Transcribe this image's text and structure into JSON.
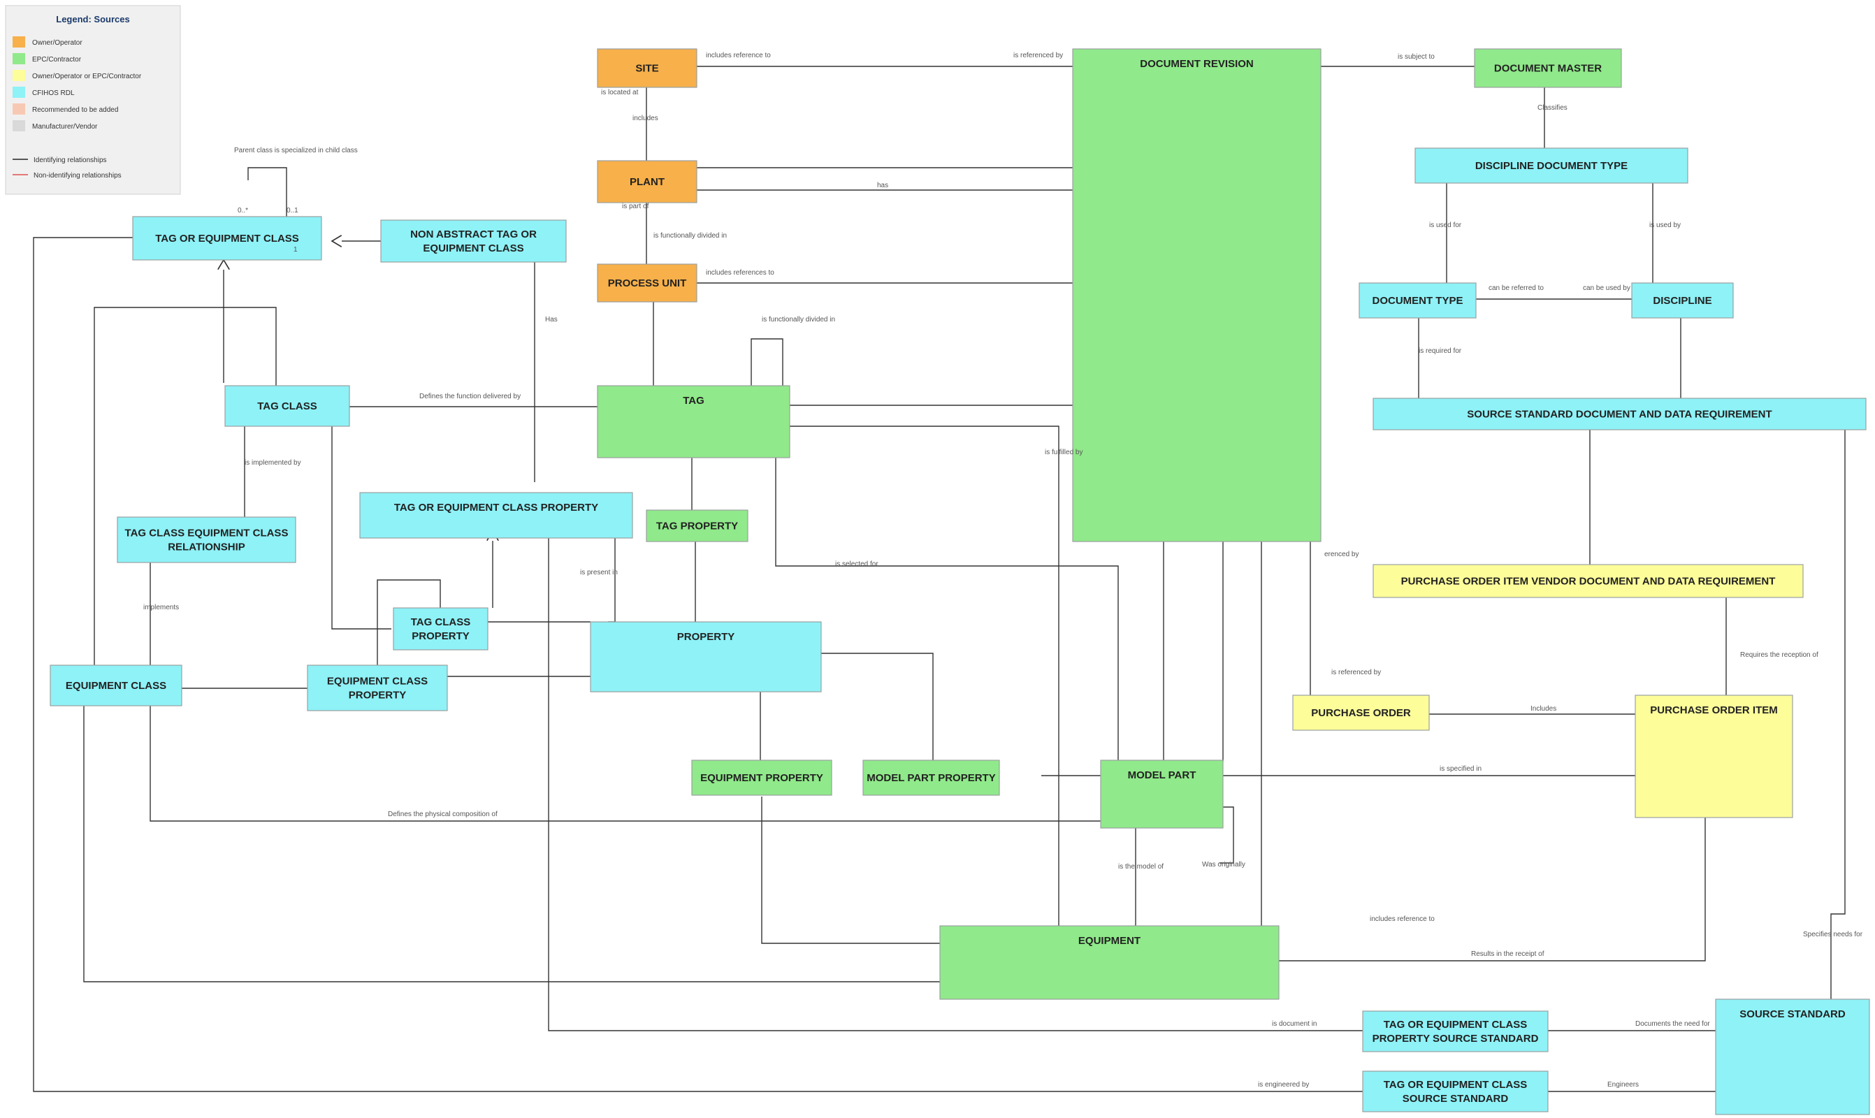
{
  "legend": {
    "title": "Legend: Sources",
    "items": [
      {
        "label": "Owner/Operator",
        "color": "#f7b04a"
      },
      {
        "label": "EPC/Contractor",
        "color": "#90e98a"
      },
      {
        "label": "Owner/Operator or EPC/Contractor",
        "color": "#fdfd9a"
      },
      {
        "label": "CFIHOS RDL",
        "color": "#8ef2f7"
      },
      {
        "label": "Recommended to be added",
        "color": "#f8c9b2"
      },
      {
        "label": "Manufacturer/Vendor",
        "color": "#d9d9d9"
      }
    ],
    "lines": [
      {
        "label": "Identifying relationships",
        "color": "#222222"
      },
      {
        "label": "Non-identifying relationships",
        "color": "#e05050"
      }
    ]
  },
  "colors": {
    "owner": "#f7b04a",
    "epc": "#90e98a",
    "either": "#fdfd9a",
    "rdl": "#8ef2f7"
  },
  "entities": [
    {
      "id": "site",
      "name": "SITE",
      "color": "owner"
    },
    {
      "id": "plant",
      "name": "PLANT",
      "color": "owner"
    },
    {
      "id": "process_unit",
      "name": "PROCESS UNIT",
      "color": "owner"
    },
    {
      "id": "document_revision",
      "name": "DOCUMENT REVISION",
      "color": "epc"
    },
    {
      "id": "document_master",
      "name": "DOCUMENT MASTER",
      "color": "epc"
    },
    {
      "id": "discipline_document_type",
      "name": "DISCIPLINE DOCUMENT TYPE",
      "color": "rdl"
    },
    {
      "id": "document_type",
      "name": "DOCUMENT TYPE",
      "color": "rdl"
    },
    {
      "id": "discipline",
      "name": "DISCIPLINE",
      "color": "rdl"
    },
    {
      "id": "source_standard_doc_req",
      "name": "SOURCE STANDARD DOCUMENT AND DATA REQUIREMENT",
      "color": "rdl"
    },
    {
      "id": "po_item_vendor_req",
      "name": "PURCHASE ORDER ITEM VENDOR DOCUMENT AND DATA REQUIREMENT",
      "color": "either"
    },
    {
      "id": "purchase_order",
      "name": "PURCHASE ORDER",
      "color": "either"
    },
    {
      "id": "purchase_order_item",
      "name": "PURCHASE ORDER ITEM",
      "color": "either"
    },
    {
      "id": "tag_or_equipment_class",
      "name": "TAG OR EQUIPMENT CLASS",
      "color": "rdl"
    },
    {
      "id": "non_abstract_tag",
      "name": "NON ABSTRACT TAG OR EQUIPMENT CLASS",
      "color": "rdl"
    },
    {
      "id": "tag_class",
      "name": "TAG CLASS",
      "color": "rdl"
    },
    {
      "id": "tag_class_equip_rel",
      "name": "TAG CLASS EQUIPMENT CLASS RELATIONSHIP",
      "color": "rdl"
    },
    {
      "id": "equipment_class",
      "name": "EQUIPMENT CLASS",
      "color": "rdl"
    },
    {
      "id": "tag_or_equip_class_property",
      "name": "TAG OR EQUIPMENT CLASS PROPERTY",
      "color": "rdl"
    },
    {
      "id": "tag_class_property",
      "name": "TAG CLASS PROPERTY",
      "color": "rdl"
    },
    {
      "id": "equipment_class_property",
      "name": "EQUIPMENT CLASS PROPERTY",
      "color": "rdl"
    },
    {
      "id": "tag",
      "name": "TAG",
      "color": "epc"
    },
    {
      "id": "tag_property",
      "name": "TAG PROPERTY",
      "color": "epc"
    },
    {
      "id": "property",
      "name": "PROPERTY",
      "color": "rdl"
    },
    {
      "id": "equipment_property",
      "name": "EQUIPMENT PROPERTY",
      "color": "epc"
    },
    {
      "id": "model_part_property",
      "name": "MODEL PART PROPERTY",
      "color": "epc"
    },
    {
      "id": "model_part",
      "name": "MODEL PART",
      "color": "epc"
    },
    {
      "id": "equipment",
      "name": "EQUIPMENT",
      "color": "epc"
    },
    {
      "id": "tec_property_source_standard",
      "name": "TAG OR EQUIPMENT CLASS PROPERTY SOURCE STANDARD",
      "color": "rdl"
    },
    {
      "id": "tec_source_standard",
      "name": "TAG OR EQUIPMENT CLASS SOURCE STANDARD",
      "color": "rdl"
    },
    {
      "id": "source_standard",
      "name": "SOURCE STANDARD",
      "color": "rdl"
    }
  ],
  "labels": [
    "Parent class is specialized in child class",
    "0..*",
    "0..1",
    "1",
    "includes reference to",
    "is referenced by",
    "is subject to",
    "is located at",
    "includes",
    "Classifies",
    "has",
    "is part of",
    "is functionally divided in",
    "includes references to",
    "is used for",
    "is used by",
    "can be referred to",
    "can be used by",
    "is required for",
    "Has",
    "Defines the function delivered by",
    "is functionally divided in",
    "is fulfilled by",
    "is implemented by",
    "implements",
    "is present in",
    "is selected for",
    "is referenced by",
    "Includes",
    "Requires the reception of",
    "is specified in",
    "Defines the physical composition of",
    "is the model of",
    "Was originally",
    "includes reference to",
    "Specifies needs for",
    "Results in the receipt of",
    "is document in",
    "Documents the need for",
    "is engineered by",
    "Engineers",
    "erenced by"
  ]
}
